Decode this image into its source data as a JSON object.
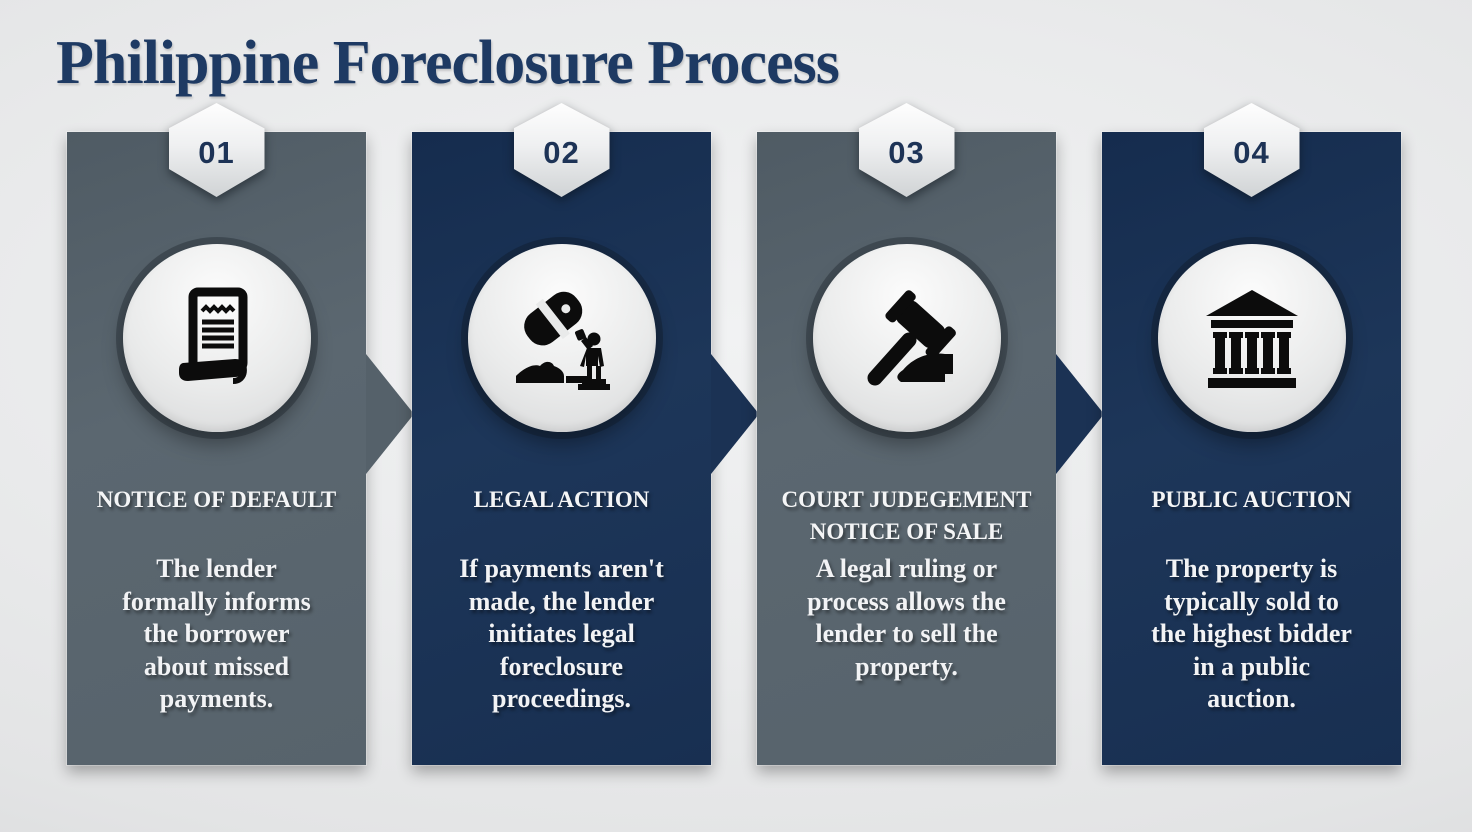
{
  "title": "Philippine Foreclosure Process",
  "colors": {
    "background": "#e9eaeb",
    "title_text": "#1e3a63",
    "slate_card": "#57636c",
    "navy_card": "#1c3558",
    "badge_silver": "#eff0f1",
    "badge_number_text": "#1d3356",
    "card_text": "#f4f5f6",
    "icon_glyph": "#0c0c0c"
  },
  "steps": [
    {
      "number": "01",
      "heading": "NOTICE OF DEFAULT",
      "body": "The lender\nformally informs\nthe borrower\nabout missed\npayments.",
      "icon": "notice-document-icon",
      "theme": "slate"
    },
    {
      "number": "02",
      "heading": "LEGAL ACTION",
      "body": "If payments aren't\nmade, the lender\ninitiates legal\nforeclosure\nproceedings.",
      "icon": "gavel-auctioneer-icon",
      "theme": "navy"
    },
    {
      "number": "03",
      "heading": "COURT JUDEGEMENT\nNOTICE OF SALE",
      "body": "A legal ruling or\nprocess allows the\nlender to sell the\nproperty.",
      "icon": "gavel-icon",
      "theme": "slate"
    },
    {
      "number": "04",
      "heading": "PUBLIC AUCTION",
      "body": "The property is\ntypically sold to\nthe highest bidder\nin a public\nauction.",
      "icon": "bank-building-icon",
      "theme": "navy"
    }
  ],
  "arrows": [
    {
      "direction": "right",
      "color": "#55616a"
    },
    {
      "direction": "right",
      "color": "#1b3254"
    },
    {
      "direction": "right",
      "color": "#1b3254"
    }
  ]
}
